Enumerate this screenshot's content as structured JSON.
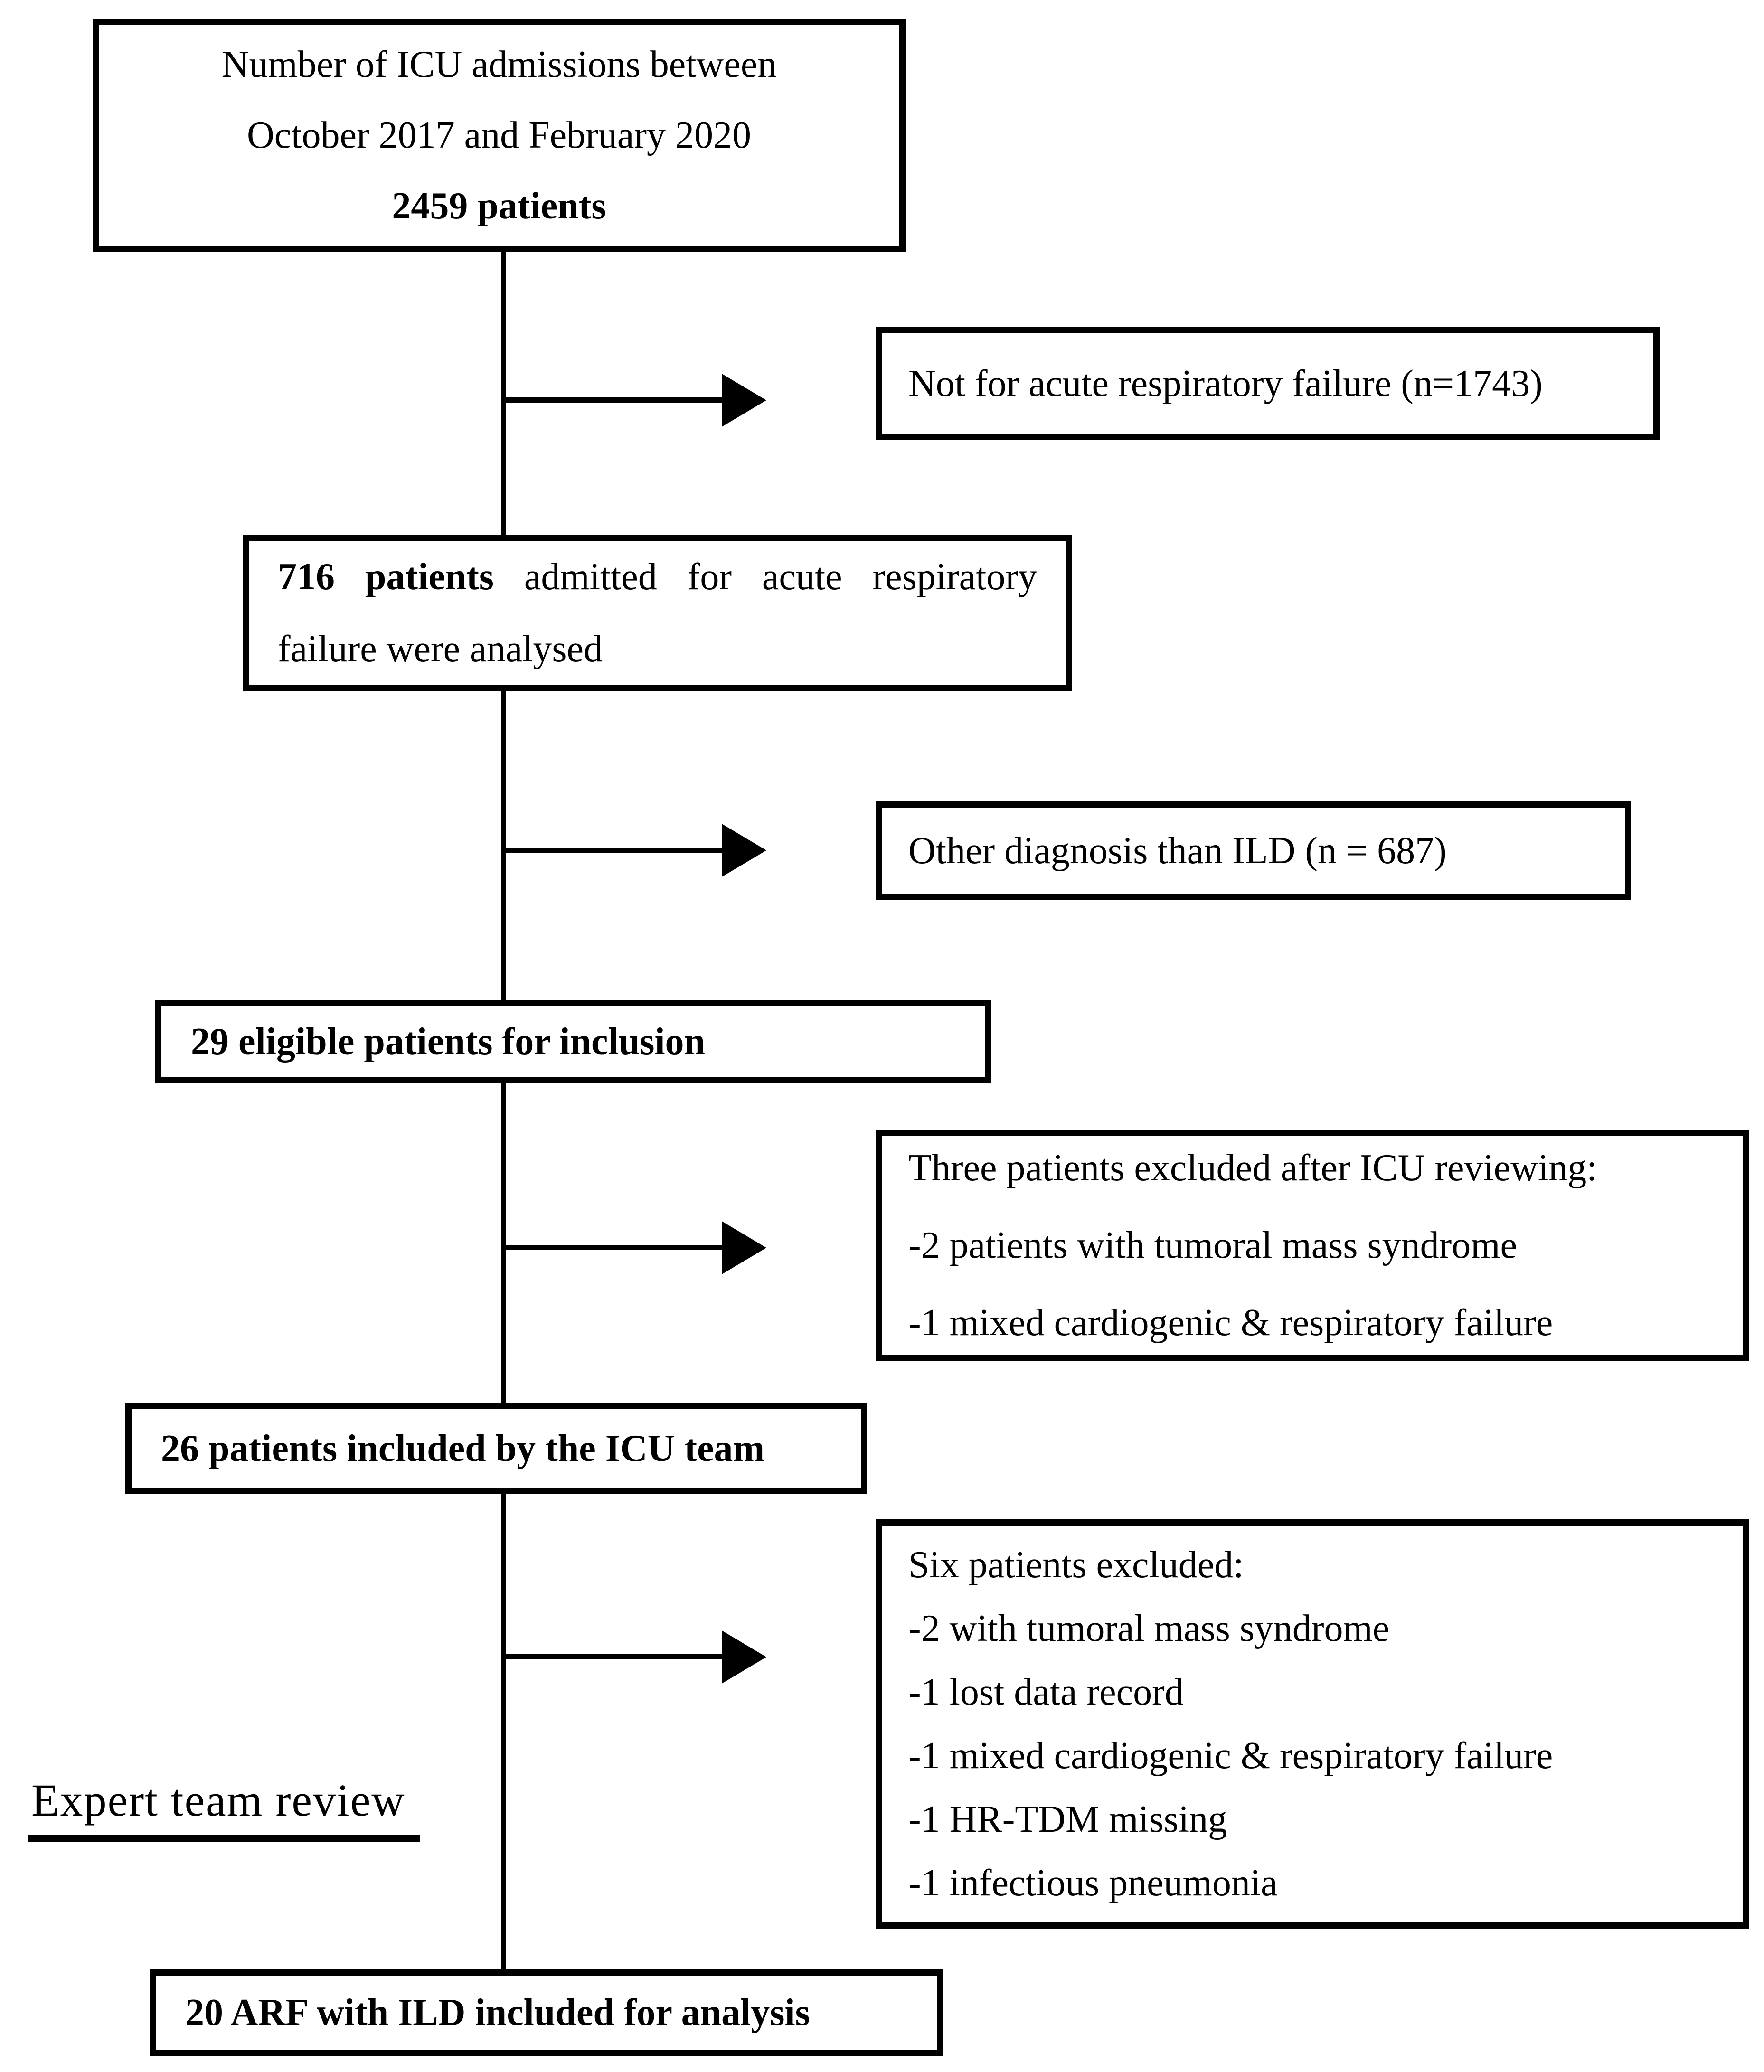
{
  "boxes": {
    "admissions": {
      "line1": "Number of ICU admissions between",
      "line2": "October 2017 and February 2020",
      "count": "2459 patients"
    },
    "analysed": {
      "bold": "716 patients",
      "rest": "admitted for acute respiratory",
      "line2": "failure were analysed"
    },
    "eligible": {
      "text": "29 eligible patients for inclusion"
    },
    "icu_included": {
      "text": "26 patients included by the ICU team"
    },
    "final": {
      "text": "20 ARF with ILD included for analysis"
    }
  },
  "exclusions": {
    "not_arf": {
      "text": "Not for acute respiratory failure (n=1743)"
    },
    "other_dx": {
      "text": "Other diagnosis than ILD (n = 687)"
    },
    "icu_review": {
      "title": "Three patients excluded after ICU reviewing:",
      "items": [
        "-2 patients with tumoral mass syndrome",
        "-1 mixed cardiogenic & respiratory failure"
      ]
    },
    "expert_review": {
      "title": "Six patients excluded:",
      "items": [
        "-2 with tumoral mass syndrome",
        "-1 lost data record",
        "-1 mixed cardiogenic & respiratory failure",
        "-1 HR-TDM missing",
        "-1 infectious pneumonia"
      ]
    }
  },
  "labels": {
    "expert_team": "Expert team review"
  },
  "colors": {
    "ink": "#000000",
    "background": "#ffffff"
  }
}
